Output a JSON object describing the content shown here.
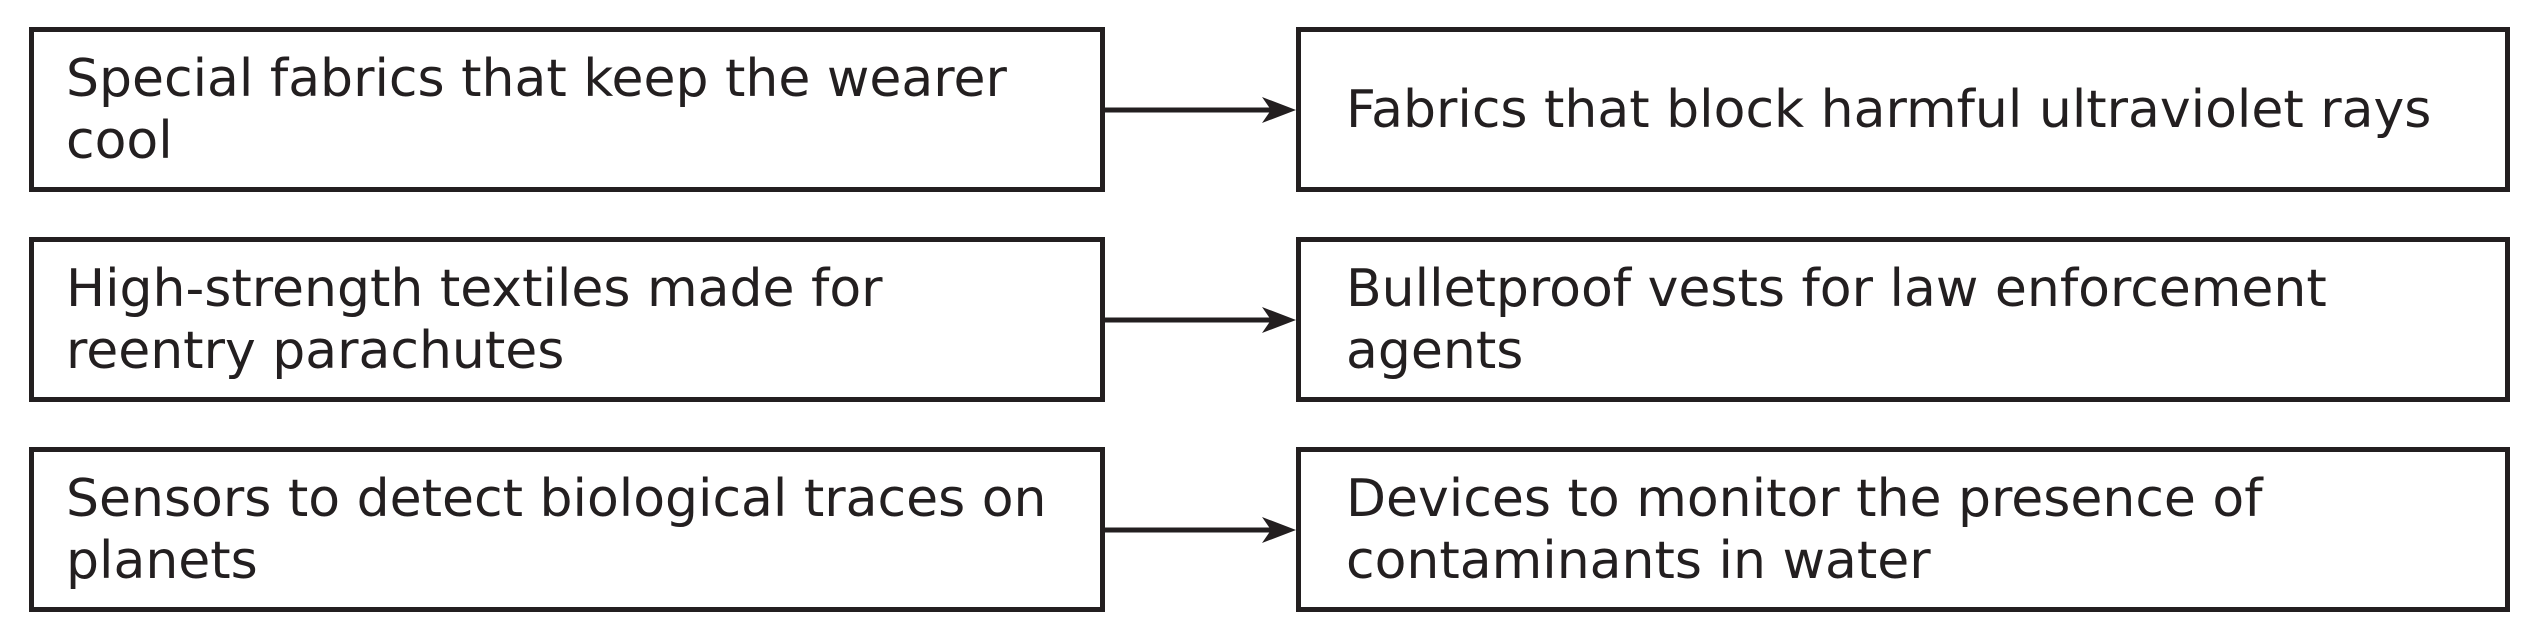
{
  "diagram": {
    "title": "",
    "background_color": "#ffffff",
    "ink_color": "#231f20",
    "connector_icon": "arrow-right",
    "rows": [
      {
        "left": "Special fabrics that keep the wearer\ncool",
        "right": "Fabrics that block harmful ultraviolet rays"
      },
      {
        "left": "High-strength textiles made for\nreentry parachutes",
        "right": "Bulletproof vests for law enforcement\nagents"
      },
      {
        "left": "Sensors to detect biological traces on\nplanets",
        "right": "Devices to monitor the presence of\ncontaminants in water"
      }
    ]
  }
}
